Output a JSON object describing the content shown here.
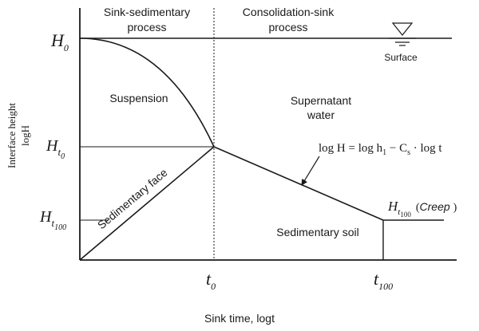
{
  "headers": {
    "left_line1": "Sink-sedimentary",
    "left_line2": "process",
    "right_line1": "Consolidation-sink",
    "right_line2": "process"
  },
  "y_axis": {
    "label_line1": "Interface height",
    "label_line2": "logH"
  },
  "x_axis": {
    "label": "Sink time, logt"
  },
  "y_ticks": {
    "h0_base": "H",
    "h0_sub": "0",
    "ht0_base": "H",
    "ht0_sub_t": "t",
    "ht0_sub_0": "0",
    "ht100_base": "H",
    "ht100_sub_t": "t",
    "ht100_sub_100": "100"
  },
  "x_ticks": {
    "t0_base": "t",
    "t0_sub": "0",
    "t100_base": "t",
    "t100_sub": "100"
  },
  "regions": {
    "surface": "Surface",
    "suspension": "Suspension",
    "supernatant_line1": "Supernatant",
    "supernatant_line2": "water",
    "sedimentary_face": "Sedimentary face",
    "sedimentary_soil": "Sedimentary soil"
  },
  "equation": {
    "lhs": "log H = log h",
    "h_sub": "1",
    "minus": " − C",
    "c_sub": "s",
    "rhs": " · log t"
  },
  "creep_label": {
    "base": "H",
    "sub_t": "t",
    "sub_100": "100",
    "creep": "Creep"
  },
  "colors": {
    "ink": "#1a1a1a",
    "background": "#ffffff"
  }
}
